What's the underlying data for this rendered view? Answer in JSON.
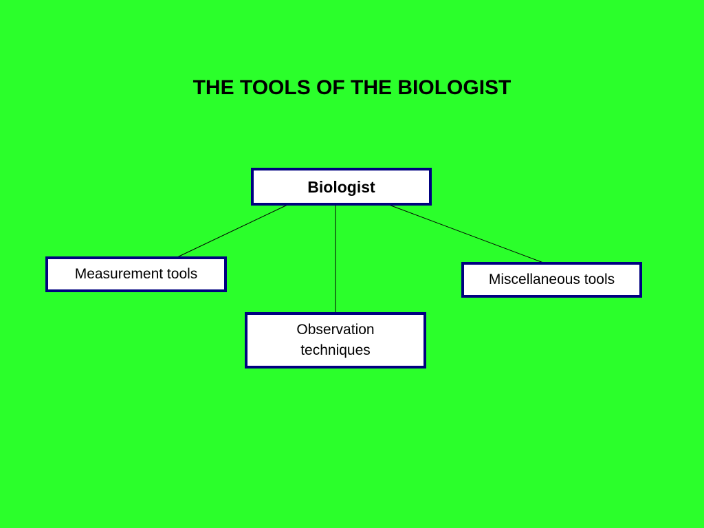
{
  "slide": {
    "title": "THE TOOLS OF THE BIOLOGIST",
    "background_color": "#2bff2b",
    "box_border_color": "#000080"
  },
  "diagram": {
    "root": {
      "label": "Biologist"
    },
    "children": [
      {
        "label": "Measurement tools"
      },
      {
        "label": "Observation techniques"
      },
      {
        "label": "Miscellaneous tools"
      }
    ]
  }
}
